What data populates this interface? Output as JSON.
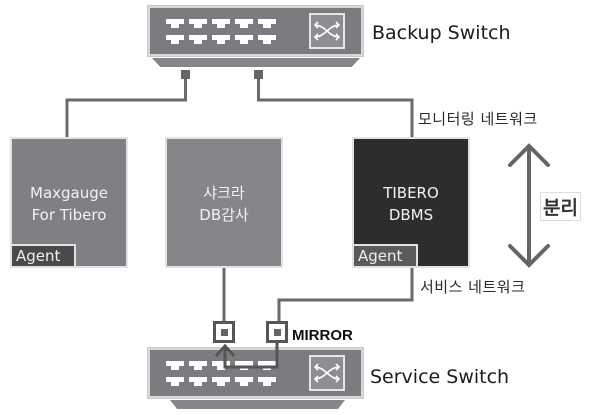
{
  "backup_switch": {
    "label": "Backup Switch",
    "icon": "switch-crossover-icon"
  },
  "service_switch": {
    "label": "Service Switch",
    "icon": "switch-crossover-icon"
  },
  "boxes": [
    {
      "title_line1": "Maxgauge",
      "title_line2": "For Tibero",
      "badge": "Agent",
      "color": "#7f8083"
    },
    {
      "title_line1": "샤크라",
      "title_line2": "DB감사",
      "badge": null,
      "color": "#85868a"
    },
    {
      "title_line1": "TIBERO",
      "title_line2": "DBMS",
      "badge": "Agent",
      "color": "#2e2c2d"
    }
  ],
  "network_labels": {
    "monitoring": "모니터링 네트워크",
    "service": "서비스 네트워크"
  },
  "separation": {
    "label": "분리",
    "icon": "double-arrow-vertical-icon"
  },
  "mirror": {
    "label": "MIRROR"
  },
  "colors": {
    "switch": "#7b7c7f",
    "line": "#6a6a6a",
    "dark_box": "#2e2c2d"
  }
}
